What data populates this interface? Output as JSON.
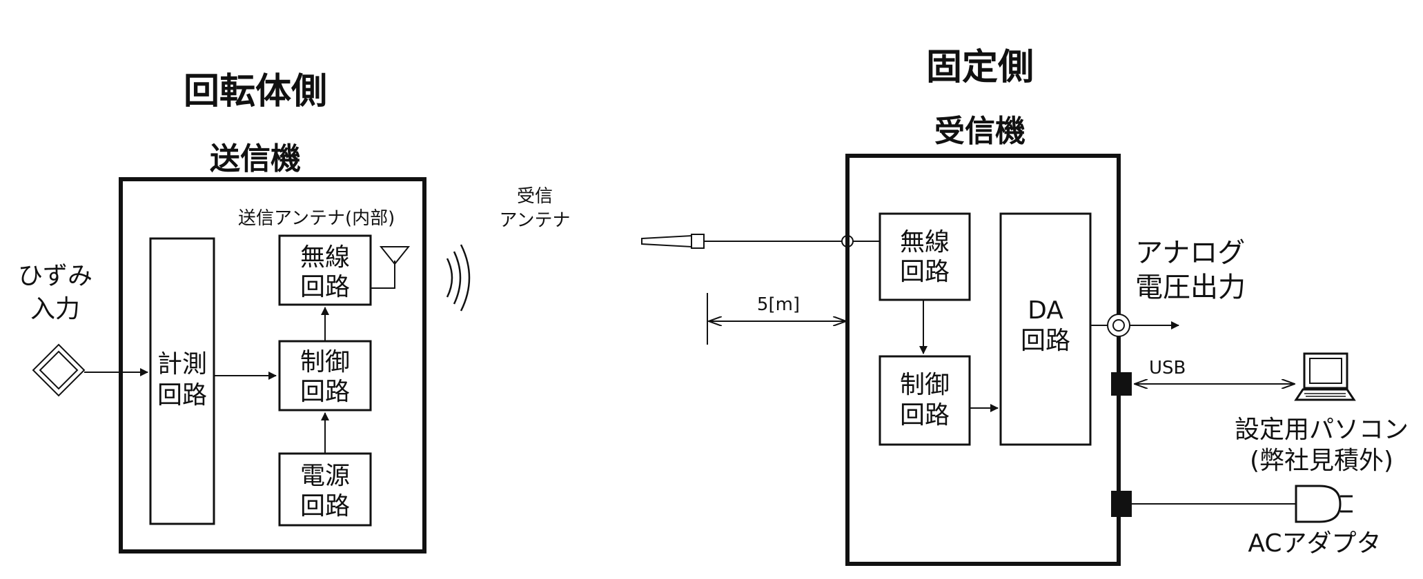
{
  "rotor": {
    "title": "回転体側",
    "device": "送信機",
    "antenna_label": "送信アンテナ(内部)",
    "strain_input": [
      "ひずみ",
      "入力"
    ],
    "measure_block": [
      "計測",
      "回路"
    ],
    "radio_block": [
      "無線",
      "回路"
    ],
    "control_block": [
      "制御",
      "回路"
    ],
    "power_block": [
      "電源",
      "回路"
    ]
  },
  "receive_antenna": [
    "受信",
    "アンテナ"
  ],
  "distance": "5[m]",
  "fixed": {
    "title": "固定側",
    "device": "受信機",
    "radio_block": [
      "無線",
      "回路"
    ],
    "control_block": [
      "制御",
      "回路"
    ],
    "da_block": [
      "DA",
      "回路"
    ],
    "analog_output": [
      "アナログ",
      "電圧出力"
    ],
    "usb": "USB",
    "pc_label": [
      "設定用パソコン",
      "(弊社見積外)"
    ],
    "ac_label": "ACアダプタ"
  },
  "colors": {
    "line": "#111111",
    "background": "#ffffff"
  },
  "icons": [
    "strain-gauge-bridge-icon",
    "antenna-icon",
    "radio-wave-icon",
    "receiving-antenna-icon",
    "bnc-connector-icon",
    "laptop-icon",
    "ac-adapter-plug-icon"
  ]
}
